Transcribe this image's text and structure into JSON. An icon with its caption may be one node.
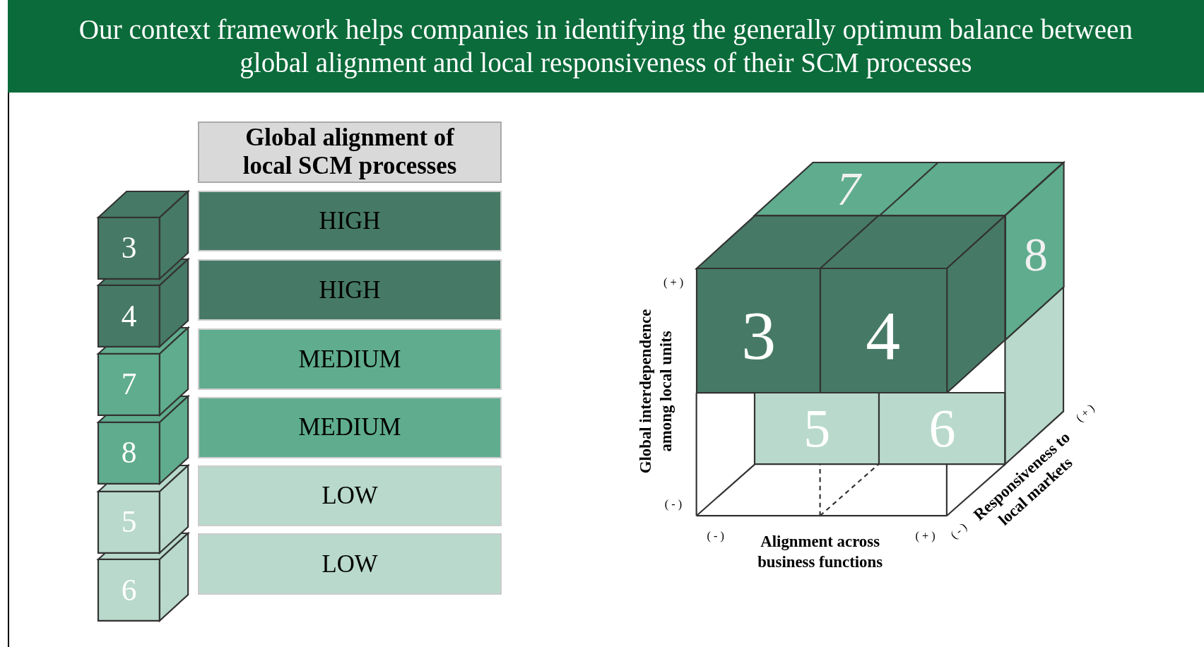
{
  "diagram": {
    "title": "Our context framework helps companies in identifying the generally optimum balance between global alignment and local responsiveness of their SCM processes",
    "nodes": [
      {
        "text": [
          "3"
        ]
      },
      {
        "text": [
          "4"
        ]
      },
      {
        "text": [
          "7"
        ]
      },
      {
        "text": [
          "8"
        ]
      },
      {
        "text": [
          "5"
        ]
      },
      {
        "text": [
          "6"
        ]
      },
      {
        "text": [
          "Global alignment of local SCM processes"
        ]
      },
      {
        "text": [
          "HIGH"
        ]
      },
      {
        "text": [
          "HIGH"
        ]
      },
      {
        "text": [
          "MEDIUM"
        ]
      },
      {
        "text": [
          "MEDIUM"
        ]
      },
      {
        "text": [
          "LOW"
        ]
      },
      {
        "text": [
          "LOW"
        ]
      },
      {
        "text": [
          "7"
        ]
      },
      {
        "text": [
          "8"
        ]
      },
      {
        "text": [
          "3"
        ]
      },
      {
        "text": [
          "4"
        ]
      },
      {
        "text": [
          "5"
        ]
      },
      {
        "text": [
          "6"
        ]
      }
    ],
    "labels": [
      "( + )",
      "Global interdependence among local units",
      "( - )",
      "( - )",
      "Alignment across business functions",
      "( + )",
      "( - )",
      "Responsiveness to local markets",
      "( + )"
    ]
  }
}
